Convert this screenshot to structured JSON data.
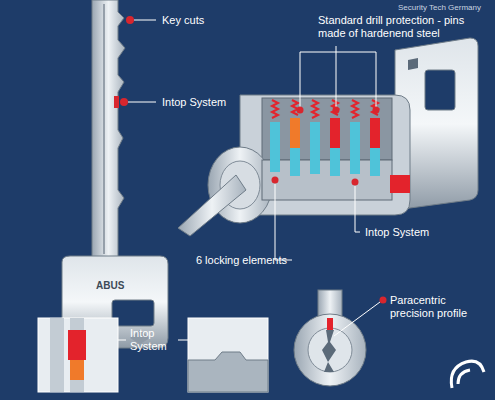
{
  "diagram": {
    "labels": [
      "Security Tech Germany",
      "Key cuts",
      "Intop System",
      "Standard drill protection - pins made of hardenend steel",
      "6 locking elements",
      "Intop System",
      "Intop System",
      "Paracentric precision profile",
      "ABUS"
    ]
  }
}
